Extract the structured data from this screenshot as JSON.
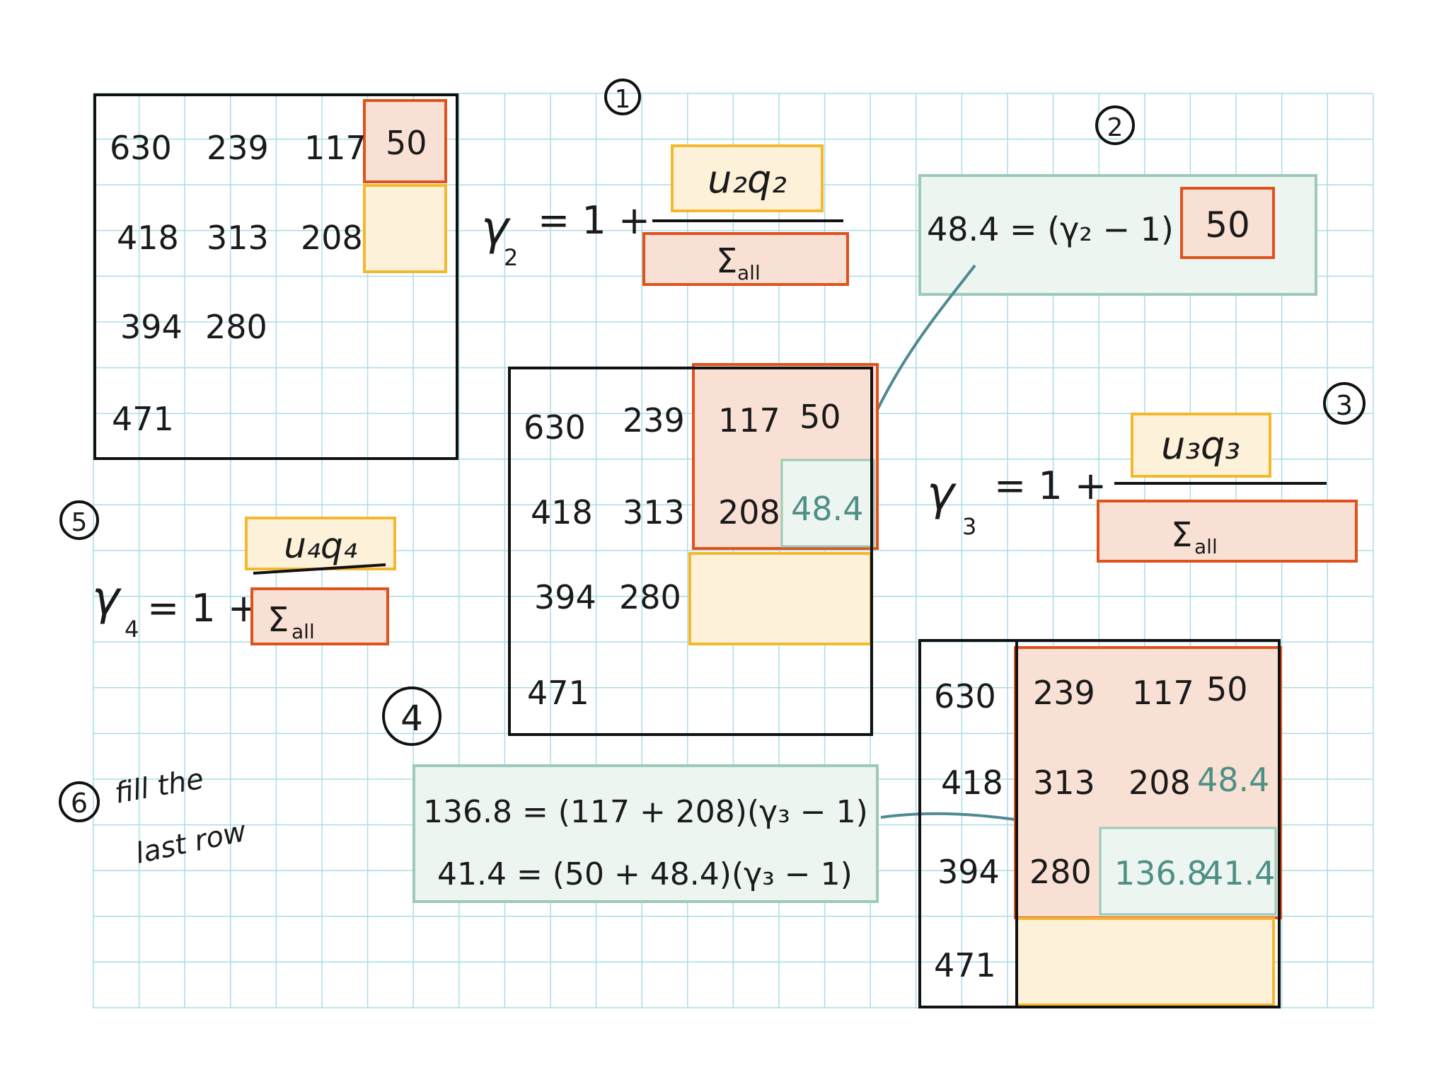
{
  "step_labels": [
    "1",
    "2",
    "3",
    "4",
    "5",
    "6"
  ],
  "grid_a": {
    "cells": [
      [
        "630",
        "239",
        "117",
        "50"
      ],
      [
        "418",
        "313",
        "208",
        ""
      ],
      [
        "394",
        "280",
        "",
        ""
      ],
      [
        "471",
        "",
        "",
        ""
      ]
    ]
  },
  "grid_b": {
    "cells": [
      [
        "630",
        "239",
        "117",
        "50"
      ],
      [
        "418",
        "313",
        "208",
        "48.4"
      ],
      [
        "394",
        "280",
        "",
        ""
      ],
      [
        "471",
        "",
        "",
        ""
      ]
    ]
  },
  "grid_c": {
    "cells": [
      [
        "630",
        "239",
        "117",
        "50"
      ],
      [
        "418",
        "313",
        "208",
        "48.4"
      ],
      [
        "394",
        "280",
        "136.8",
        "41.4"
      ],
      [
        "471",
        "",
        "",
        ""
      ]
    ]
  },
  "formula_1": {
    "lhs": "γ",
    "sub": "2",
    "mid": "= 1 +",
    "num": "u₂q₂",
    "den": "Σ",
    "den_sub": "all"
  },
  "formula_2": {
    "text": "48.4 = (γ₂ − 1)",
    "box": "50"
  },
  "formula_3": {
    "lhs": "γ",
    "sub": "3",
    "mid": "= 1 +",
    "num": "u₃q₃",
    "den": "Σ",
    "den_sub": "all"
  },
  "formula_4": {
    "line1": "136.8 = (117 + 208)(γ₃ − 1)",
    "line2": "41.4 = (50 + 48.4)(γ₃ − 1)"
  },
  "formula_5": {
    "lhs": "γ",
    "sub": "4",
    "mid": "= 1 +",
    "num": "u₄q₄",
    "den": "Σ",
    "den_sub": "all"
  },
  "note_6": {
    "line1": "fill the",
    "line2": "last row"
  },
  "colors": {
    "grid_line": "#a8dde6",
    "orange": "#e0521c",
    "orange_fill": "#f9e0d4",
    "yellow": "#f4b82e",
    "yellow_fill": "#fdf1da",
    "teal": "#9cc9b8",
    "teal_fill": "#edf5f1",
    "arrow": "#4f8a93"
  }
}
